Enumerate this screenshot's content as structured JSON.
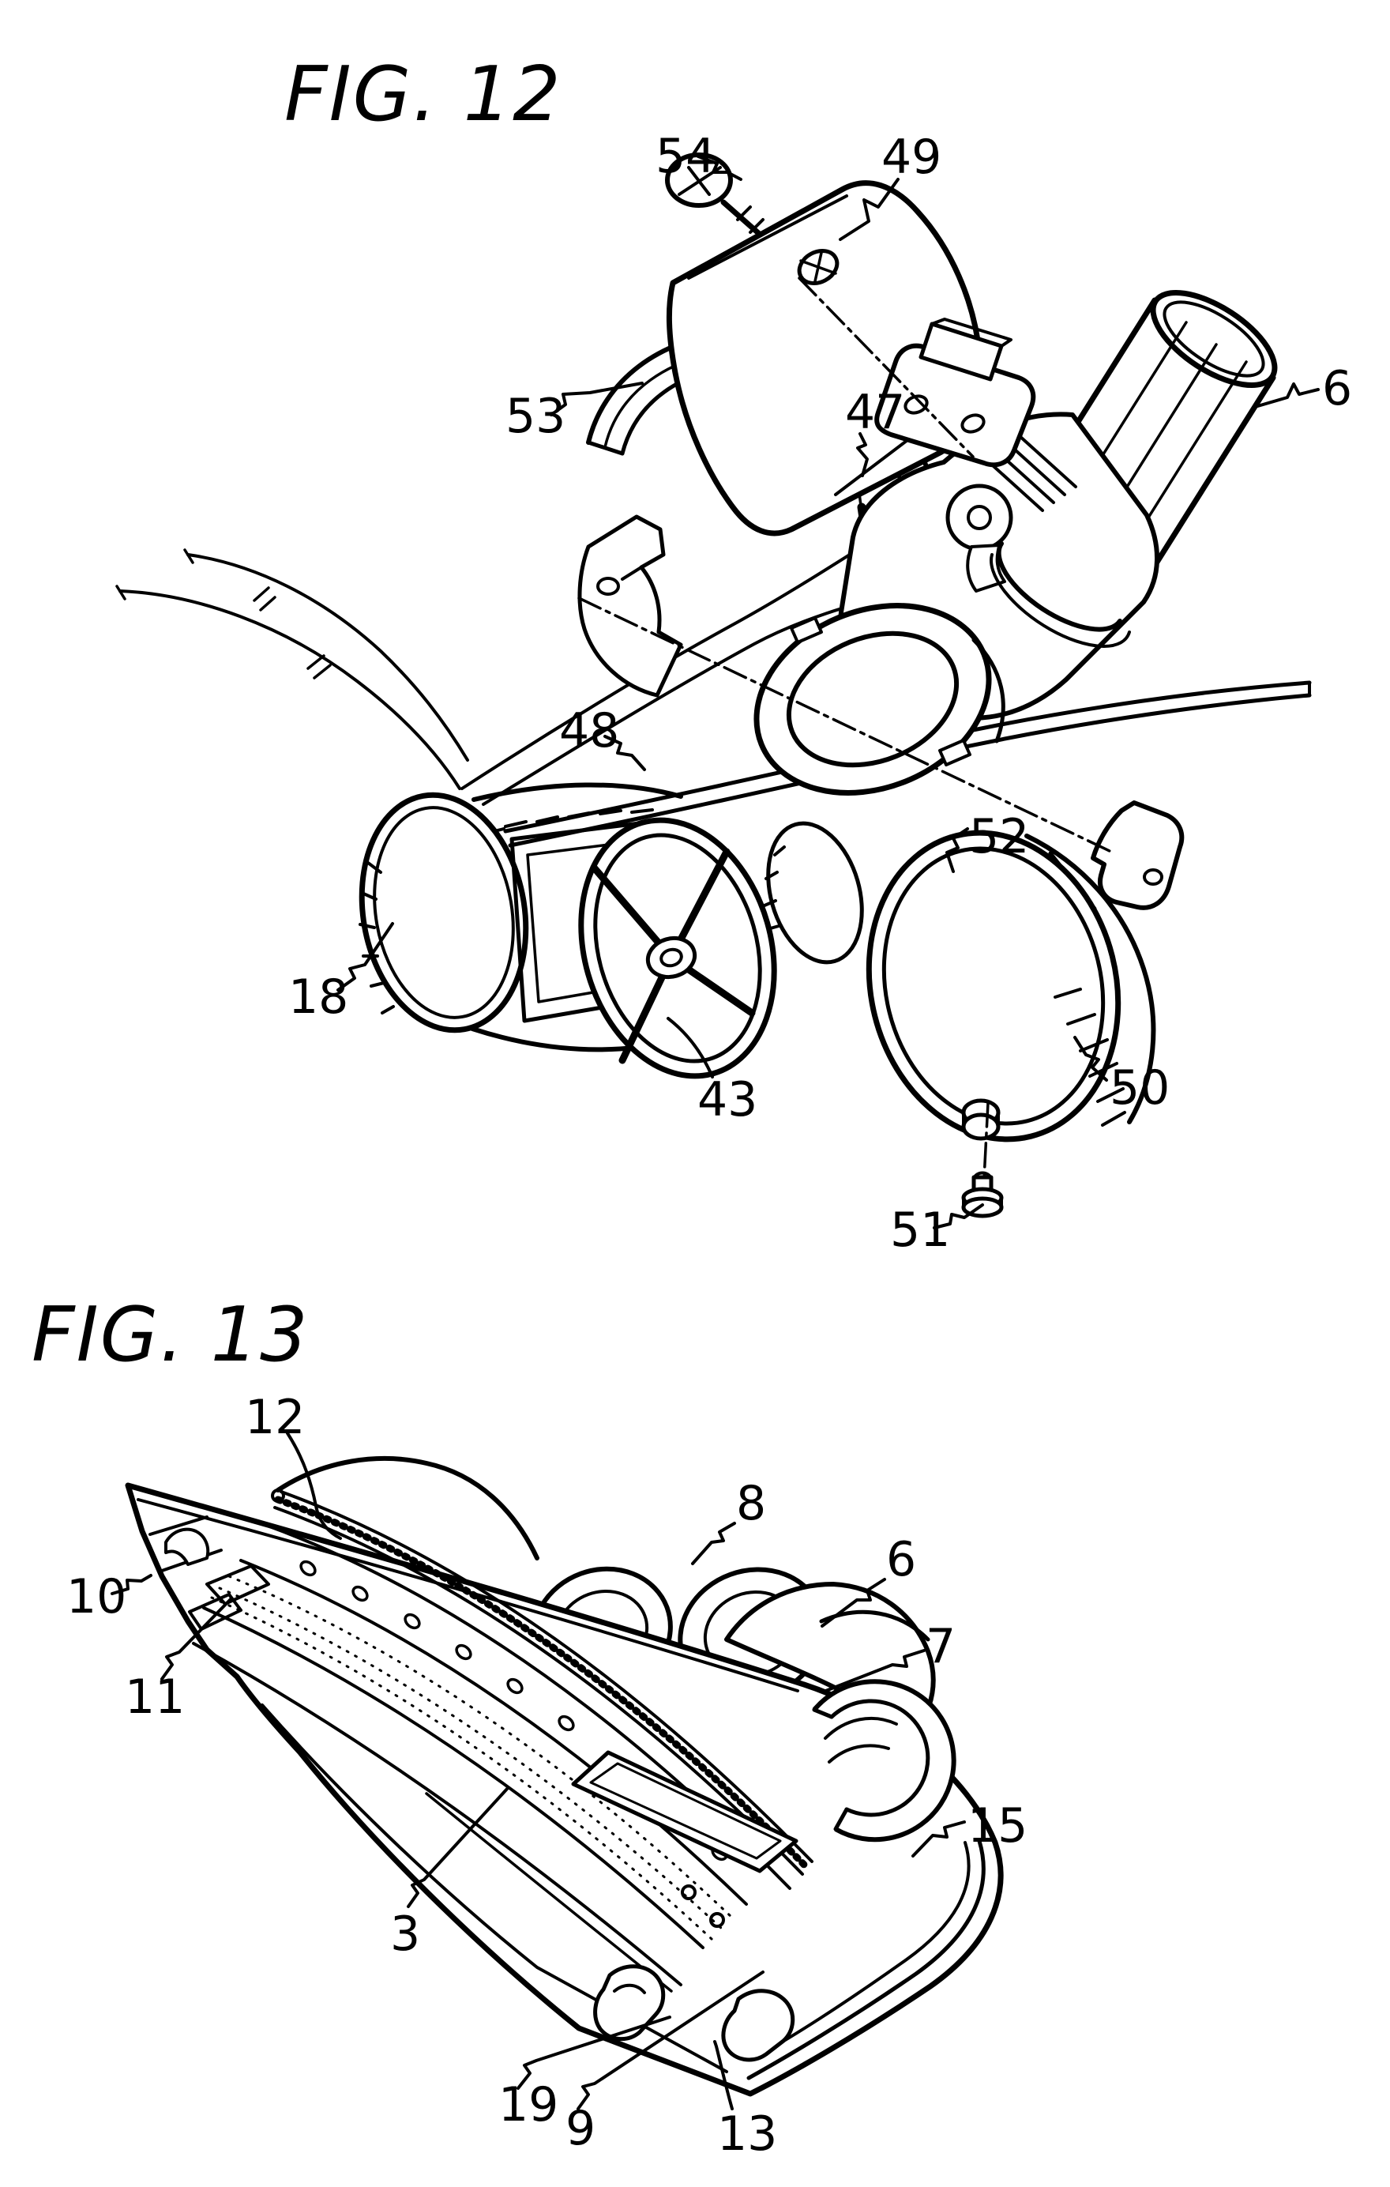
{
  "page": {
    "background": "#ffffff",
    "ink": "#000000",
    "kind": "patent-line-drawing"
  },
  "figures": [
    {
      "title": "FIG. 12",
      "description-visible": false,
      "labels": [
        {
          "id": "54",
          "text": "54"
        },
        {
          "id": "49",
          "text": "49"
        },
        {
          "id": "53",
          "text": "53"
        },
        {
          "id": "47",
          "text": "47"
        },
        {
          "id": "6",
          "text": "6"
        },
        {
          "id": "48",
          "text": "48"
        },
        {
          "id": "18",
          "text": "18"
        },
        {
          "id": "43",
          "text": "43"
        },
        {
          "id": "52",
          "text": "52"
        },
        {
          "id": "50",
          "text": "50"
        },
        {
          "id": "51",
          "text": "51"
        }
      ]
    },
    {
      "title": "FIG. 13",
      "labels": [
        {
          "id": "12",
          "text": "12"
        },
        {
          "id": "8",
          "text": "8"
        },
        {
          "id": "10",
          "text": "10"
        },
        {
          "id": "11",
          "text": "11"
        },
        {
          "id": "6",
          "text": "6"
        },
        {
          "id": "7",
          "text": "7"
        },
        {
          "id": "15",
          "text": "15"
        },
        {
          "id": "3",
          "text": "3"
        },
        {
          "id": "19",
          "text": "19"
        },
        {
          "id": "9",
          "text": "9"
        },
        {
          "id": "13",
          "text": "13"
        }
      ]
    }
  ]
}
